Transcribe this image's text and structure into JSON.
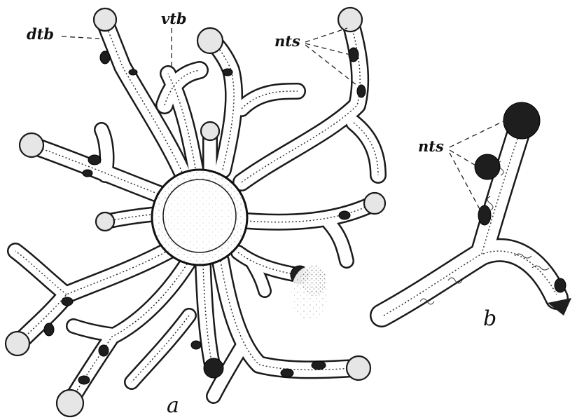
{
  "figure": {
    "labels": {
      "dtb": "dtb",
      "vtb": "vtb",
      "nts_a": "nts",
      "nts_b": "nts",
      "panel_a": "a",
      "panel_b": "b"
    },
    "colors": {
      "ink": "#1a1a1a",
      "paper": "#ffffff",
      "stipple": "#e6e6e6"
    }
  }
}
